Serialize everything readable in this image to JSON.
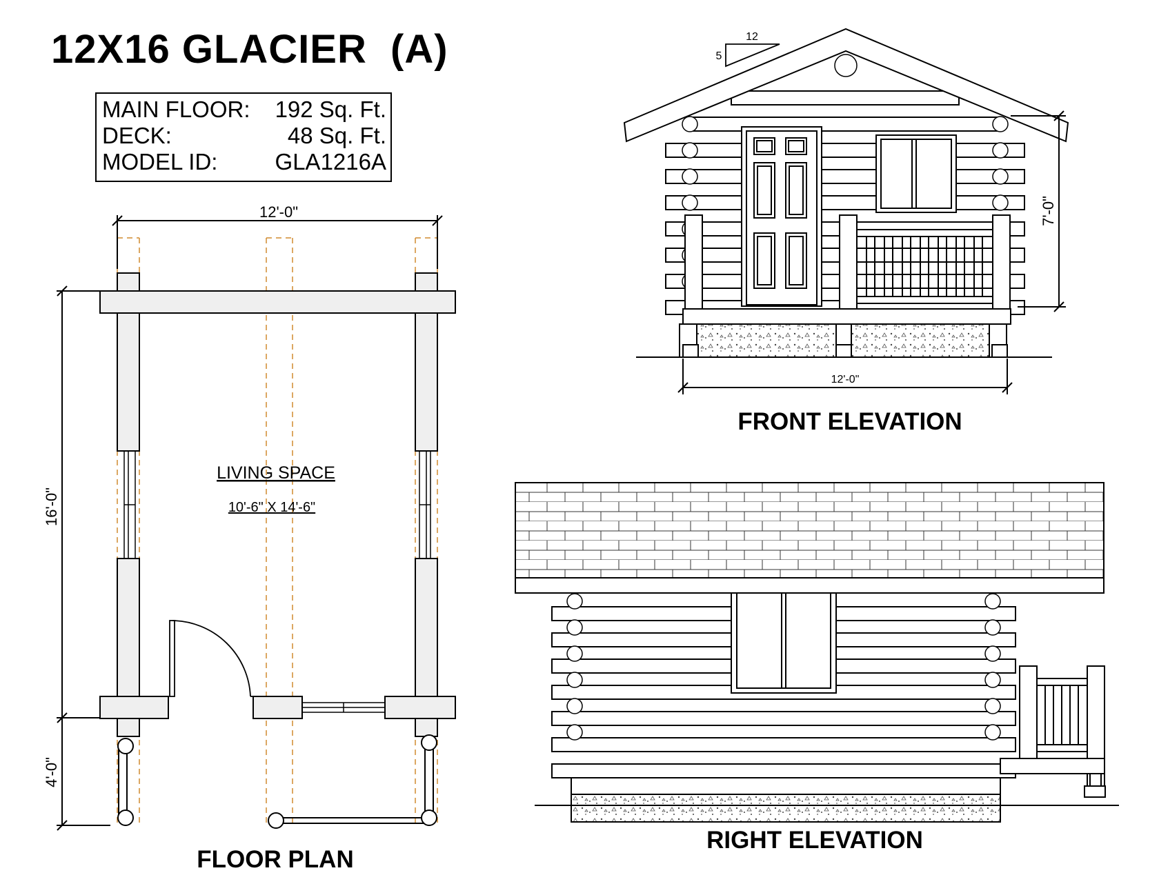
{
  "title": "12X16 GLACIER  (A)",
  "info": {
    "rows": [
      {
        "label": "MAIN FLOOR:",
        "value": "192 Sq. Ft."
      },
      {
        "label": "DECK:",
        "value": "48 Sq. Ft."
      },
      {
        "label": "MODEL ID:",
        "value": "GLA1216A"
      }
    ]
  },
  "floor_plan": {
    "heading": "FLOOR PLAN",
    "width_dim": "12'-0\"",
    "length_dim": "16'-0\"",
    "deck_dim": "4'-0\"",
    "room_name": "LIVING SPACE",
    "room_size": "10'-6\" X 14'-6\""
  },
  "front_elevation": {
    "heading": "FRONT ELEVATION",
    "width_dim": "12'-0\"",
    "height_dim": "7'-0\"",
    "pitch_run": "12",
    "pitch_rise": "5"
  },
  "right_elevation": {
    "heading": "RIGHT ELEVATION"
  },
  "colors": {
    "line": "#000000",
    "wall_fill": "#efefef",
    "dashed_guide": "#d08a2e"
  }
}
